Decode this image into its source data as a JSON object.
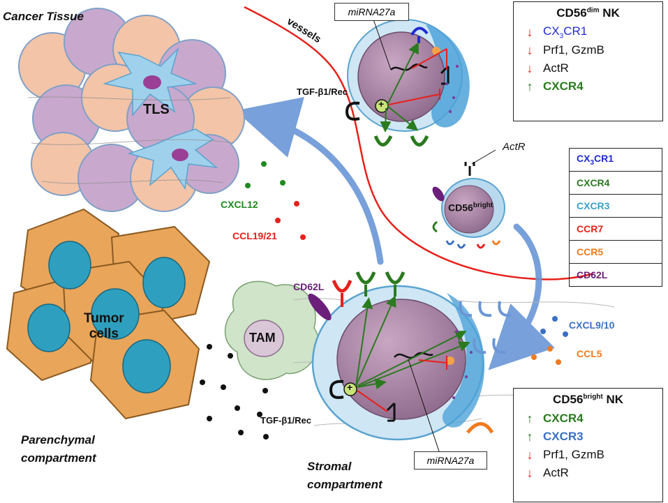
{
  "labels": {
    "cancer_tissue": "Cancer Tissue",
    "tls": "TLS",
    "vessels": "vessels",
    "mirna_top": "miRNA27a",
    "mirna_bottom": "miRNA27a",
    "tgf_top": "TGF-β1/Rec",
    "tgf_bottom": "TGF-β1/Rec",
    "cxcl12": "CXCL12",
    "ccl19_21": "CCL19/21",
    "actr": "ActR",
    "cd56_bright_base": "CD56",
    "cd56_bright_sup": "bright",
    "tam": "TAM",
    "tumor_cells_1": "Tumor",
    "tumor_cells_2": "cells",
    "cd62l": "CD62L",
    "cxcl9_10": "CXCL9/10",
    "ccl5": "CCL5",
    "parenchymal_1": "Parenchymal",
    "parenchymal_2": "compartment",
    "stromal_1": "Stromal",
    "stromal_2": "compartment",
    "plus": "+"
  },
  "dim_box": {
    "title_base": "CD56",
    "title_sup": "dim",
    "title_tail": " NK",
    "rows": [
      {
        "dir": "down",
        "base": "CX",
        "sub": "3",
        "tail": "CR1",
        "color": "#1f2bd1",
        "bold": false
      },
      {
        "dir": "down",
        "base": "Prf1, GzmB",
        "sub": "",
        "tail": "",
        "color": "#111111",
        "bold": false
      },
      {
        "dir": "down",
        "base": "ActR",
        "sub": "",
        "tail": "",
        "color": "#111111",
        "bold": false
      },
      {
        "dir": "up",
        "base": "CXCR4",
        "sub": "",
        "tail": "",
        "color": "#2a7a1f",
        "bold": true
      }
    ]
  },
  "bright_box": {
    "title_base": "CD56",
    "title_sup": "bright",
    "title_tail": " NK",
    "rows": [
      {
        "dir": "up",
        "base": "CXCR4",
        "color": "#2a7a1f",
        "bold": true
      },
      {
        "dir": "up",
        "base": "CXCR3",
        "color": "#3a6fc4",
        "bold": true
      },
      {
        "dir": "down",
        "base": "Prf1, GzmB",
        "color": "#111111",
        "bold": false
      },
      {
        "dir": "down",
        "base": "ActR",
        "color": "#111111",
        "bold": false
      }
    ]
  },
  "receptor_table": [
    {
      "base": "CX",
      "sub": "3",
      "tail": "CR1",
      "color": "#1f2bd1"
    },
    {
      "base": "CXCR4",
      "sub": "",
      "tail": "",
      "color": "#2a7a1f"
    },
    {
      "base": "CXCR3",
      "sub": "",
      "tail": "",
      "color": "#3aa0c8"
    },
    {
      "base": "CCR7",
      "sub": "",
      "tail": "",
      "color": "#e8201a"
    },
    {
      "base": "CCR5",
      "sub": "",
      "tail": "",
      "color": "#f07a1e"
    },
    {
      "base": "CD62L",
      "sub": "",
      "tail": "",
      "color": "#6b1f7a"
    }
  ],
  "colors": {
    "vessel": "#e8201a",
    "flow_arrow": "#6a96d6",
    "tumor_cell": "#e9a55a",
    "tumor_nucleus": "#2e9fbf",
    "tls_cell": "#a9d4ea",
    "nk_nucleus": "#a57fa0",
    "tam": "#cfe4c8"
  }
}
